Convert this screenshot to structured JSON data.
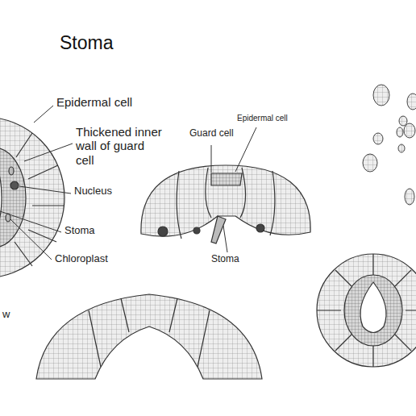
{
  "diagram": {
    "title": "Stoma",
    "labels": [
      "Epidermal cell",
      "Thickened inner wall of guard cell",
      "Nucleus",
      "Stoma",
      "Chloroplast",
      "w",
      "Epidermal cell",
      "Guard cell",
      "Stoma"
    ]
  }
}
